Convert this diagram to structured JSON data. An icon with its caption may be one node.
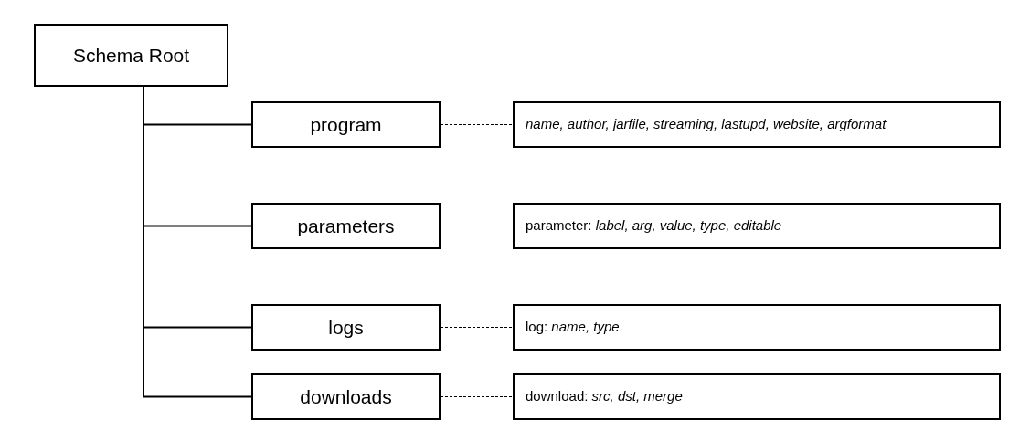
{
  "diagram": {
    "nodes": [
      {
        "text": [
          "Schema Root"
        ]
      },
      {
        "text": [
          "program"
        ]
      },
      {
        "text": [
          "parameters"
        ]
      },
      {
        "text": [
          "logs"
        ]
      },
      {
        "text": [
          "downloads"
        ]
      },
      {
        "text": [
          "*name, author, jarfile, streaming, lastupd, website, argformat*"
        ]
      },
      {
        "text": [
          "parameter: *label, arg, value, type, editable*"
        ]
      },
      {
        "text": [
          "log: *name, type*"
        ]
      },
      {
        "text": [
          "download: *src, dst, merge*"
        ]
      }
    ],
    "edges": [
      {
        "from": 0,
        "to": 1,
        "arrow": "none"
      },
      {
        "from": 0,
        "to": 2,
        "arrow": "none"
      },
      {
        "from": 0,
        "to": 3,
        "arrow": "none"
      },
      {
        "from": 0,
        "to": 4,
        "arrow": "none"
      },
      {
        "from": 1,
        "to": 5,
        "arrow": "none",
        "style": "dashed"
      },
      {
        "from": 2,
        "to": 6,
        "arrow": "none",
        "style": "dashed"
      },
      {
        "from": 3,
        "to": 7,
        "arrow": "none",
        "style": "dashed"
      },
      {
        "from": 4,
        "to": 8,
        "arrow": "none",
        "style": "dashed"
      }
    ]
  }
}
